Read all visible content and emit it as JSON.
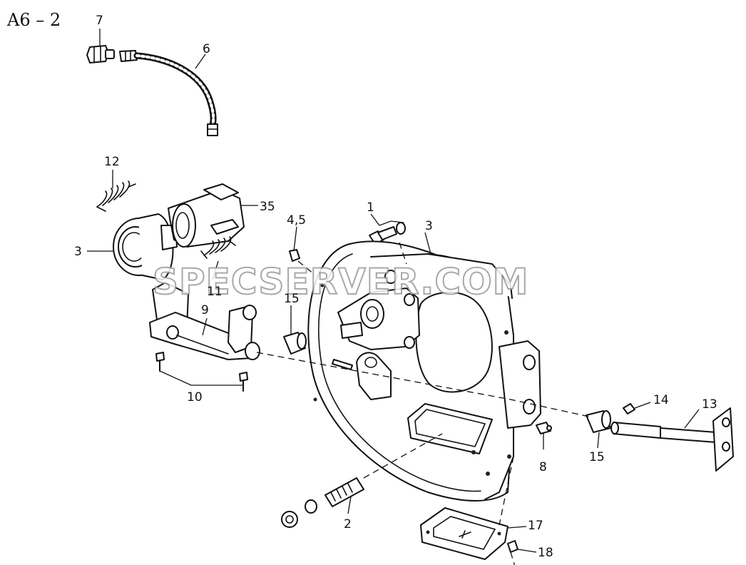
{
  "sheet_id": "A6 – 2",
  "watermark": "SPECSERVER.COM",
  "callouts": {
    "c1": "1",
    "c2": "2",
    "c3a": "3",
    "c3b": "3",
    "c45": "4,5",
    "c6": "6",
    "c7": "7",
    "c8": "8",
    "c9": "9",
    "c10": "10",
    "c11": "11",
    "c12": "12",
    "c13": "13",
    "c14": "14",
    "c15a": "15",
    "c15b": "15",
    "c17": "17",
    "c18": "18",
    "c35": "35"
  }
}
